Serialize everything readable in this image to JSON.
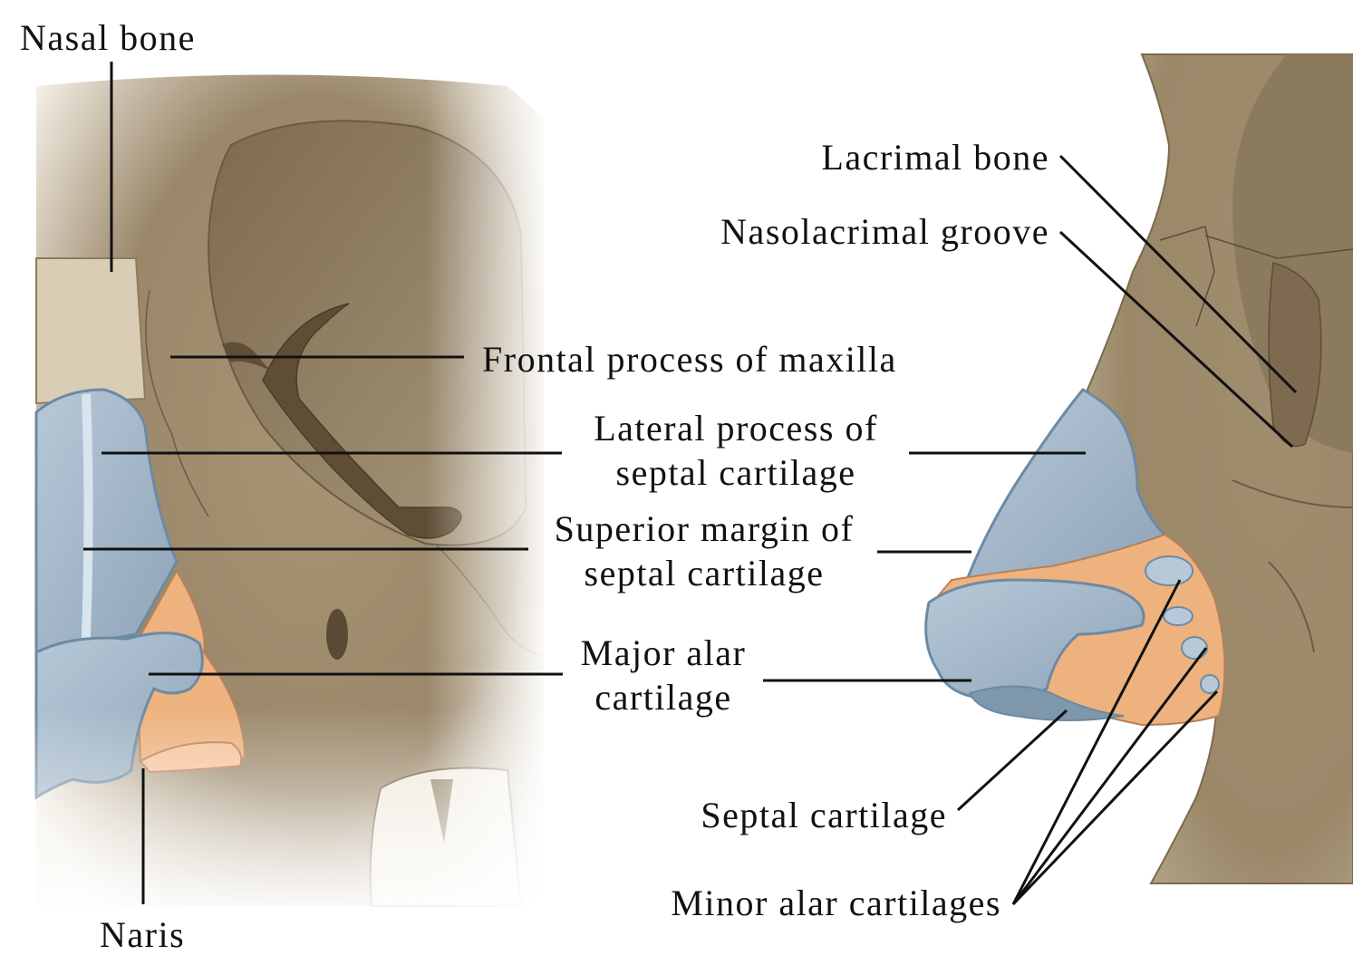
{
  "colors": {
    "bone": "#9c8a6e",
    "bone_shadow": "#6f5e46",
    "bone_light": "#cdbfa4",
    "cartilage_blue": "#9fb4c6",
    "cartilage_blue_light": "#c9d8e4",
    "cartilage_orange": "#eeb27e",
    "leader_line": "#111111"
  },
  "left_view": {
    "labels": {
      "nasal_bone": "Nasal bone",
      "frontal_process": "Frontal process of maxilla",
      "lateral_process": [
        "Lateral process of",
        "septal cartilage"
      ],
      "superior_margin": [
        "Superior margin of",
        "septal cartilage"
      ],
      "major_alar": [
        "Major alar",
        "cartilage"
      ],
      "naris": "Naris"
    }
  },
  "right_view": {
    "labels": {
      "lacrimal_bone": "Lacrimal bone",
      "nasolacrimal_groove": "Nasolacrimal groove",
      "septal_cartilage": "Septal cartilage",
      "minor_alar": "Minor alar cartilages"
    }
  }
}
